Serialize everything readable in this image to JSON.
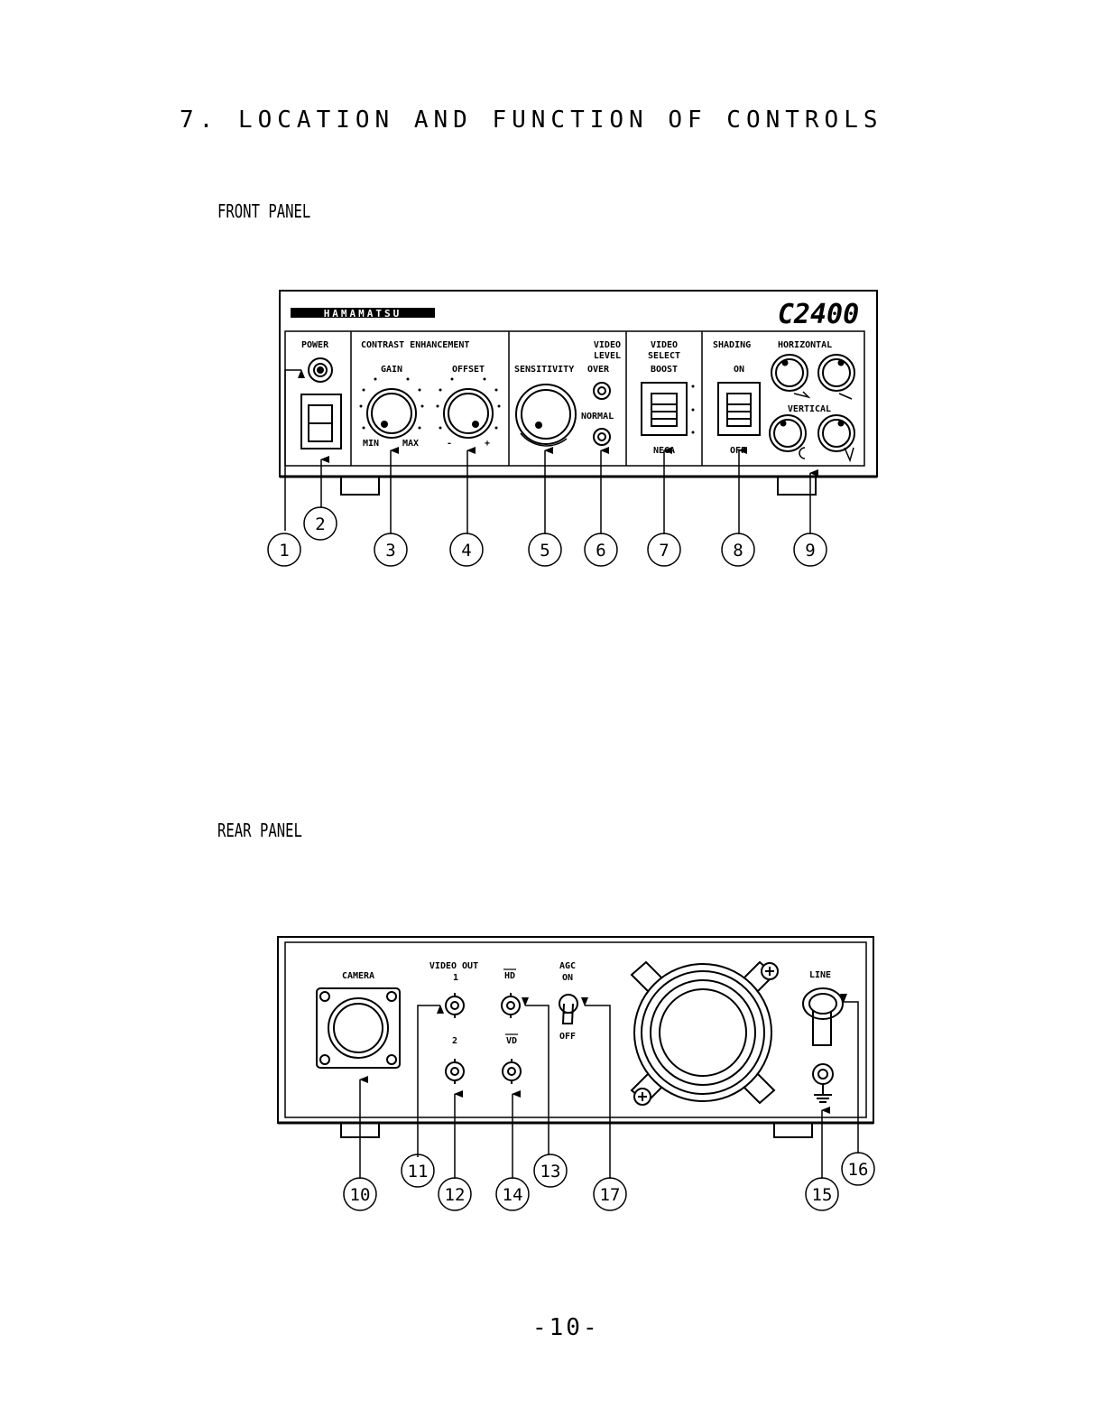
{
  "heading": "7. LOCATION AND FUNCTION OF CONTROLS",
  "front_panel": {
    "section_label": "FRONT PANEL",
    "brand": "HAMAMATSU",
    "model": "C2400",
    "labels": {
      "power": "POWER",
      "contrast_enhancement": "CONTRAST ENHANCEMENT",
      "gain": "GAIN",
      "offset": "OFFSET",
      "min": "MIN",
      "max": "MAX",
      "minus": "-",
      "plus": "+",
      "sensitivity": "SENSITIVITY",
      "video_level_1": "VIDEO",
      "video_level_2": "LEVEL",
      "over": "OVER",
      "normal": "NORMAL",
      "video_select_1": "VIDEO",
      "video_select_2": "SELECT",
      "boost": "BOOST",
      "nega": "NEGA",
      "shading": "SHADING",
      "on": "ON",
      "off": "OFF",
      "horizontal": "HORIZONTAL",
      "vertical": "VERTICAL"
    },
    "callouts": [
      "1",
      "2",
      "3",
      "4",
      "5",
      "6",
      "7",
      "8",
      "9"
    ]
  },
  "rear_panel": {
    "section_label": "REAR PANEL",
    "labels": {
      "camera": "CAMERA",
      "video_out": "VIDEO OUT",
      "out1": "1",
      "out2": "2",
      "hd": "HD",
      "vd": "VD",
      "agc": "AGC",
      "agc_on": "ON",
      "agc_off": "OFF",
      "line": "LINE"
    },
    "callouts": [
      "10",
      "11",
      "12",
      "13",
      "14",
      "15",
      "16",
      "17"
    ]
  },
  "page_number": "-10-"
}
